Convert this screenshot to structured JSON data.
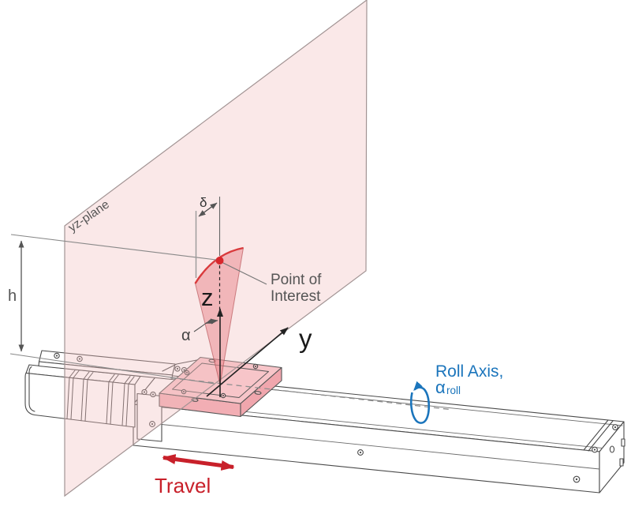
{
  "title": "Linear translation stage pointing error diagram",
  "labels": {
    "plane": "yz-plane",
    "height_dim": "h",
    "delta_dim": "δ",
    "alpha_angle": "α",
    "z_axis": "z",
    "y_axis": "y",
    "poi_line1": "Point of",
    "poi_line2": "Interest",
    "roll_axis": "Roll Axis,",
    "roll_alpha": "α",
    "roll_sub": "roll",
    "travel": "Travel"
  },
  "colors": {
    "plane_fill_base": "#fbe8e8",
    "plane_stroke": "#a29494",
    "fan_fill_base": "#f4babe",
    "fan_arc_red": "#d93a3c",
    "poi_dot_red": "#d8262b",
    "travel_red": "#c8202a",
    "roll_blue": "#1b75bc",
    "machine_line": "#4a4a4a",
    "dim_line": "#5a5a5a",
    "axis_dark": "#222222",
    "text_gray": "#555555"
  }
}
